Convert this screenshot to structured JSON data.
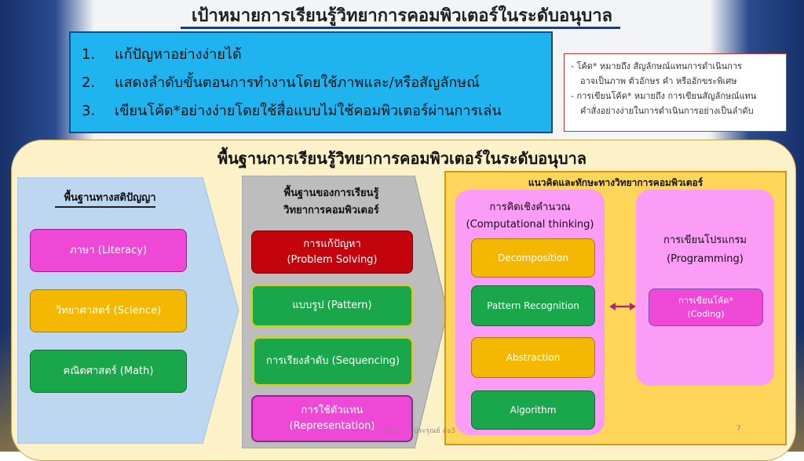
{
  "slide_title": "เป้าหมายการเรียนรู้วิทยาการคอมพิวเตอร์ในระดับอนุบาล",
  "goals": [
    {
      "num": "1.",
      "text": "แก้ปัญหาอย่างง่ายได้"
    },
    {
      "num": "2.",
      "text": "แสดงลำดับขั้นตอนการทำงานโดยใช้ภาพและ/หรือสัญลักษณ์"
    },
    {
      "num": "3.",
      "text": "เขียนโค้ด*อย่างง่ายโดยใช้สื่อแบบไม่ใช้คอมพิวเตอร์ผ่านการเล่น"
    }
  ],
  "note": {
    "line1": "- โค้ด* หมายถึง สัญลักษณ์แทนการดำเนินการ",
    "line2": "อาจเป็นภาพ ตัวอักษร คำ หรืออักขระพิเศษ",
    "line3": "- การเขียนโค้ด* หมายถึง การเขียนสัญลักษณ์แทน",
    "line4": "คำสั่งอย่างง่ายในการดำเนินการอย่างเป็นลำดับ"
  },
  "foundation_title": "พื้นฐานการเรียนรู้วิทยาการคอมพิวเตอร์ในระดับอนุบาล",
  "col1": {
    "title": "พื้นฐานทางสติปัญญา",
    "items": [
      "ภาษา (Literacy)",
      "วิทยาศาสตร์ (Science)",
      "คณิตศาสตร์ (Math)"
    ]
  },
  "col2": {
    "title_line1": "พื้นฐานของการเรียนรู้",
    "title_line2": "วิทยาการคอมพิวเตอร์",
    "items": [
      {
        "line1": "การแก้ปัญหา",
        "line2": "(Problem Solving)"
      },
      {
        "line1": "แบบรูป (Pattern)",
        "line2": ""
      },
      {
        "line1": "การเรียงลำดับ (Sequencing)",
        "line2": ""
      },
      {
        "line1": "การใช้ตัวแทน",
        "line2": "(Representation)"
      }
    ]
  },
  "col3": {
    "title": "แนวคิดและทักษะทางวิทยาการคอมพิวเตอร์",
    "ct_title_line1": "การคิดเชิงคำนวณ",
    "ct_title_line2": "(Computational thinking)",
    "ct_items": [
      "Decomposition",
      "Pattern Recognition",
      "Abstraction",
      "Algorithm"
    ],
    "prog_title_line1": "การเขียนโปรแกรม",
    "prog_title_line2": "(Programming)",
    "coding_line1": "การเขียนโค้ด*",
    "coding_line2": "(Coding)"
  },
  "footer": {
    "center": "...พิชญา... ประรุณย์ สอ3",
    "page": "7"
  },
  "colors": {
    "goals_bg": "#1fb3f0",
    "magenta": "#f048d6",
    "yellow": "#f5b800",
    "green": "#1aa64a",
    "red": "#c4040c",
    "panel_pink": "#fb9cf6",
    "cs_bg": "#ffd65a",
    "arrow": "#b0286e"
  }
}
